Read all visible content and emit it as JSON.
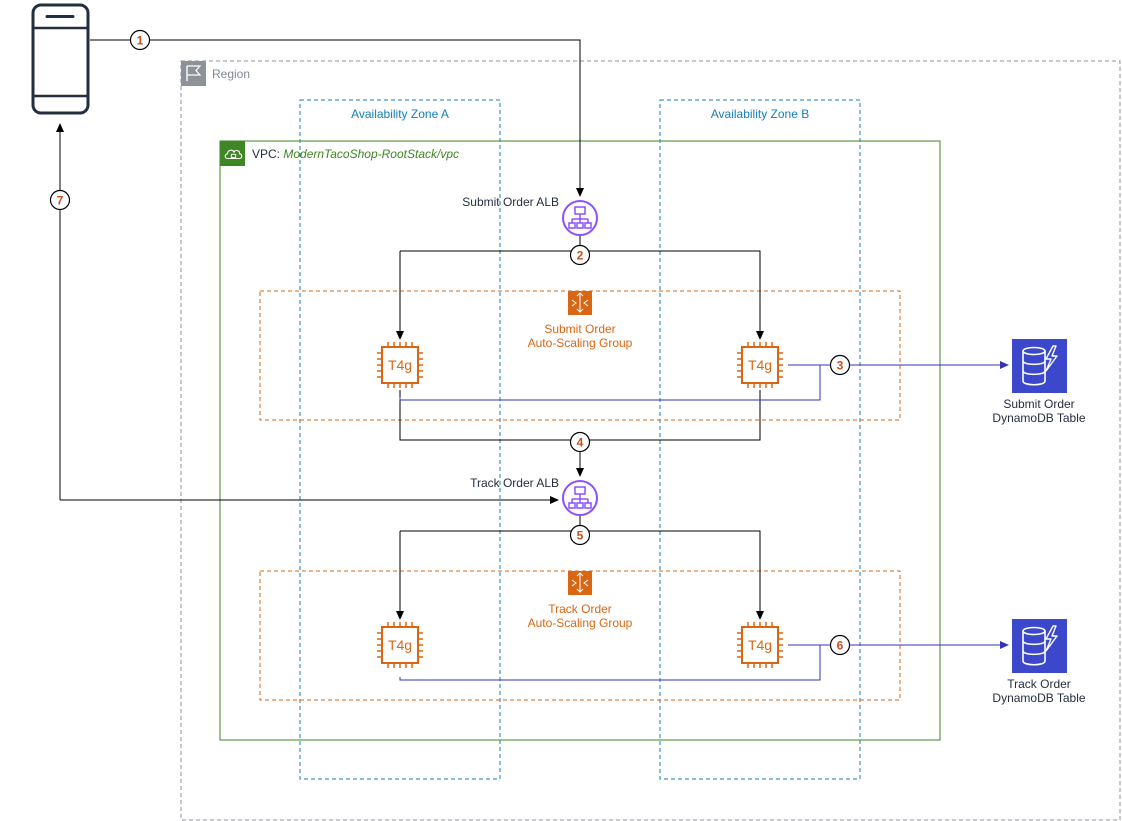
{
  "region": {
    "label": "Region"
  },
  "zones": {
    "a": "Availability Zone A",
    "b": "Availability Zone B"
  },
  "vpc": {
    "prefix": "VPC: ",
    "name": "ModernTacoShop-RootStack/vpc"
  },
  "submit_alb": {
    "label": "Submit Order ALB"
  },
  "track_alb": {
    "label": "Track Order ALB"
  },
  "submit_asg": {
    "line1": "Submit Order",
    "line2": "Auto-Scaling Group"
  },
  "track_asg": {
    "line1": "Track Order",
    "line2": "Auto-Scaling Group"
  },
  "instances": {
    "label": "T4g"
  },
  "submit_table": {
    "line1": "Submit Order",
    "line2": "DynamoDB Table"
  },
  "track_table": {
    "line1": "Track Order",
    "line2": "DynamoDB Table"
  },
  "steps": [
    "1",
    "2",
    "3",
    "4",
    "5",
    "6",
    "7"
  ],
  "colors": {
    "region_border": "#8c9297",
    "zone_border": "#147eba",
    "vpc_border": "#3f8624",
    "asg_border": "#d86613",
    "compute_orange": "#d86613",
    "alb_purple": "#8c4fff",
    "dynamodb_blue": "#3b48cc",
    "flow_line": "#000000",
    "data_line": "#3334b9",
    "text_dark": "#232f3e"
  },
  "icons": {
    "device": "mobile-phone-icon",
    "region": "region-flag-icon",
    "vpc": "vpc-cloud-icon",
    "alb": "application-load-balancer-icon",
    "asg": "auto-scaling-icon",
    "ec2": "ec2-t4g-chip-icon",
    "dynamodb": "dynamodb-table-icon"
  }
}
